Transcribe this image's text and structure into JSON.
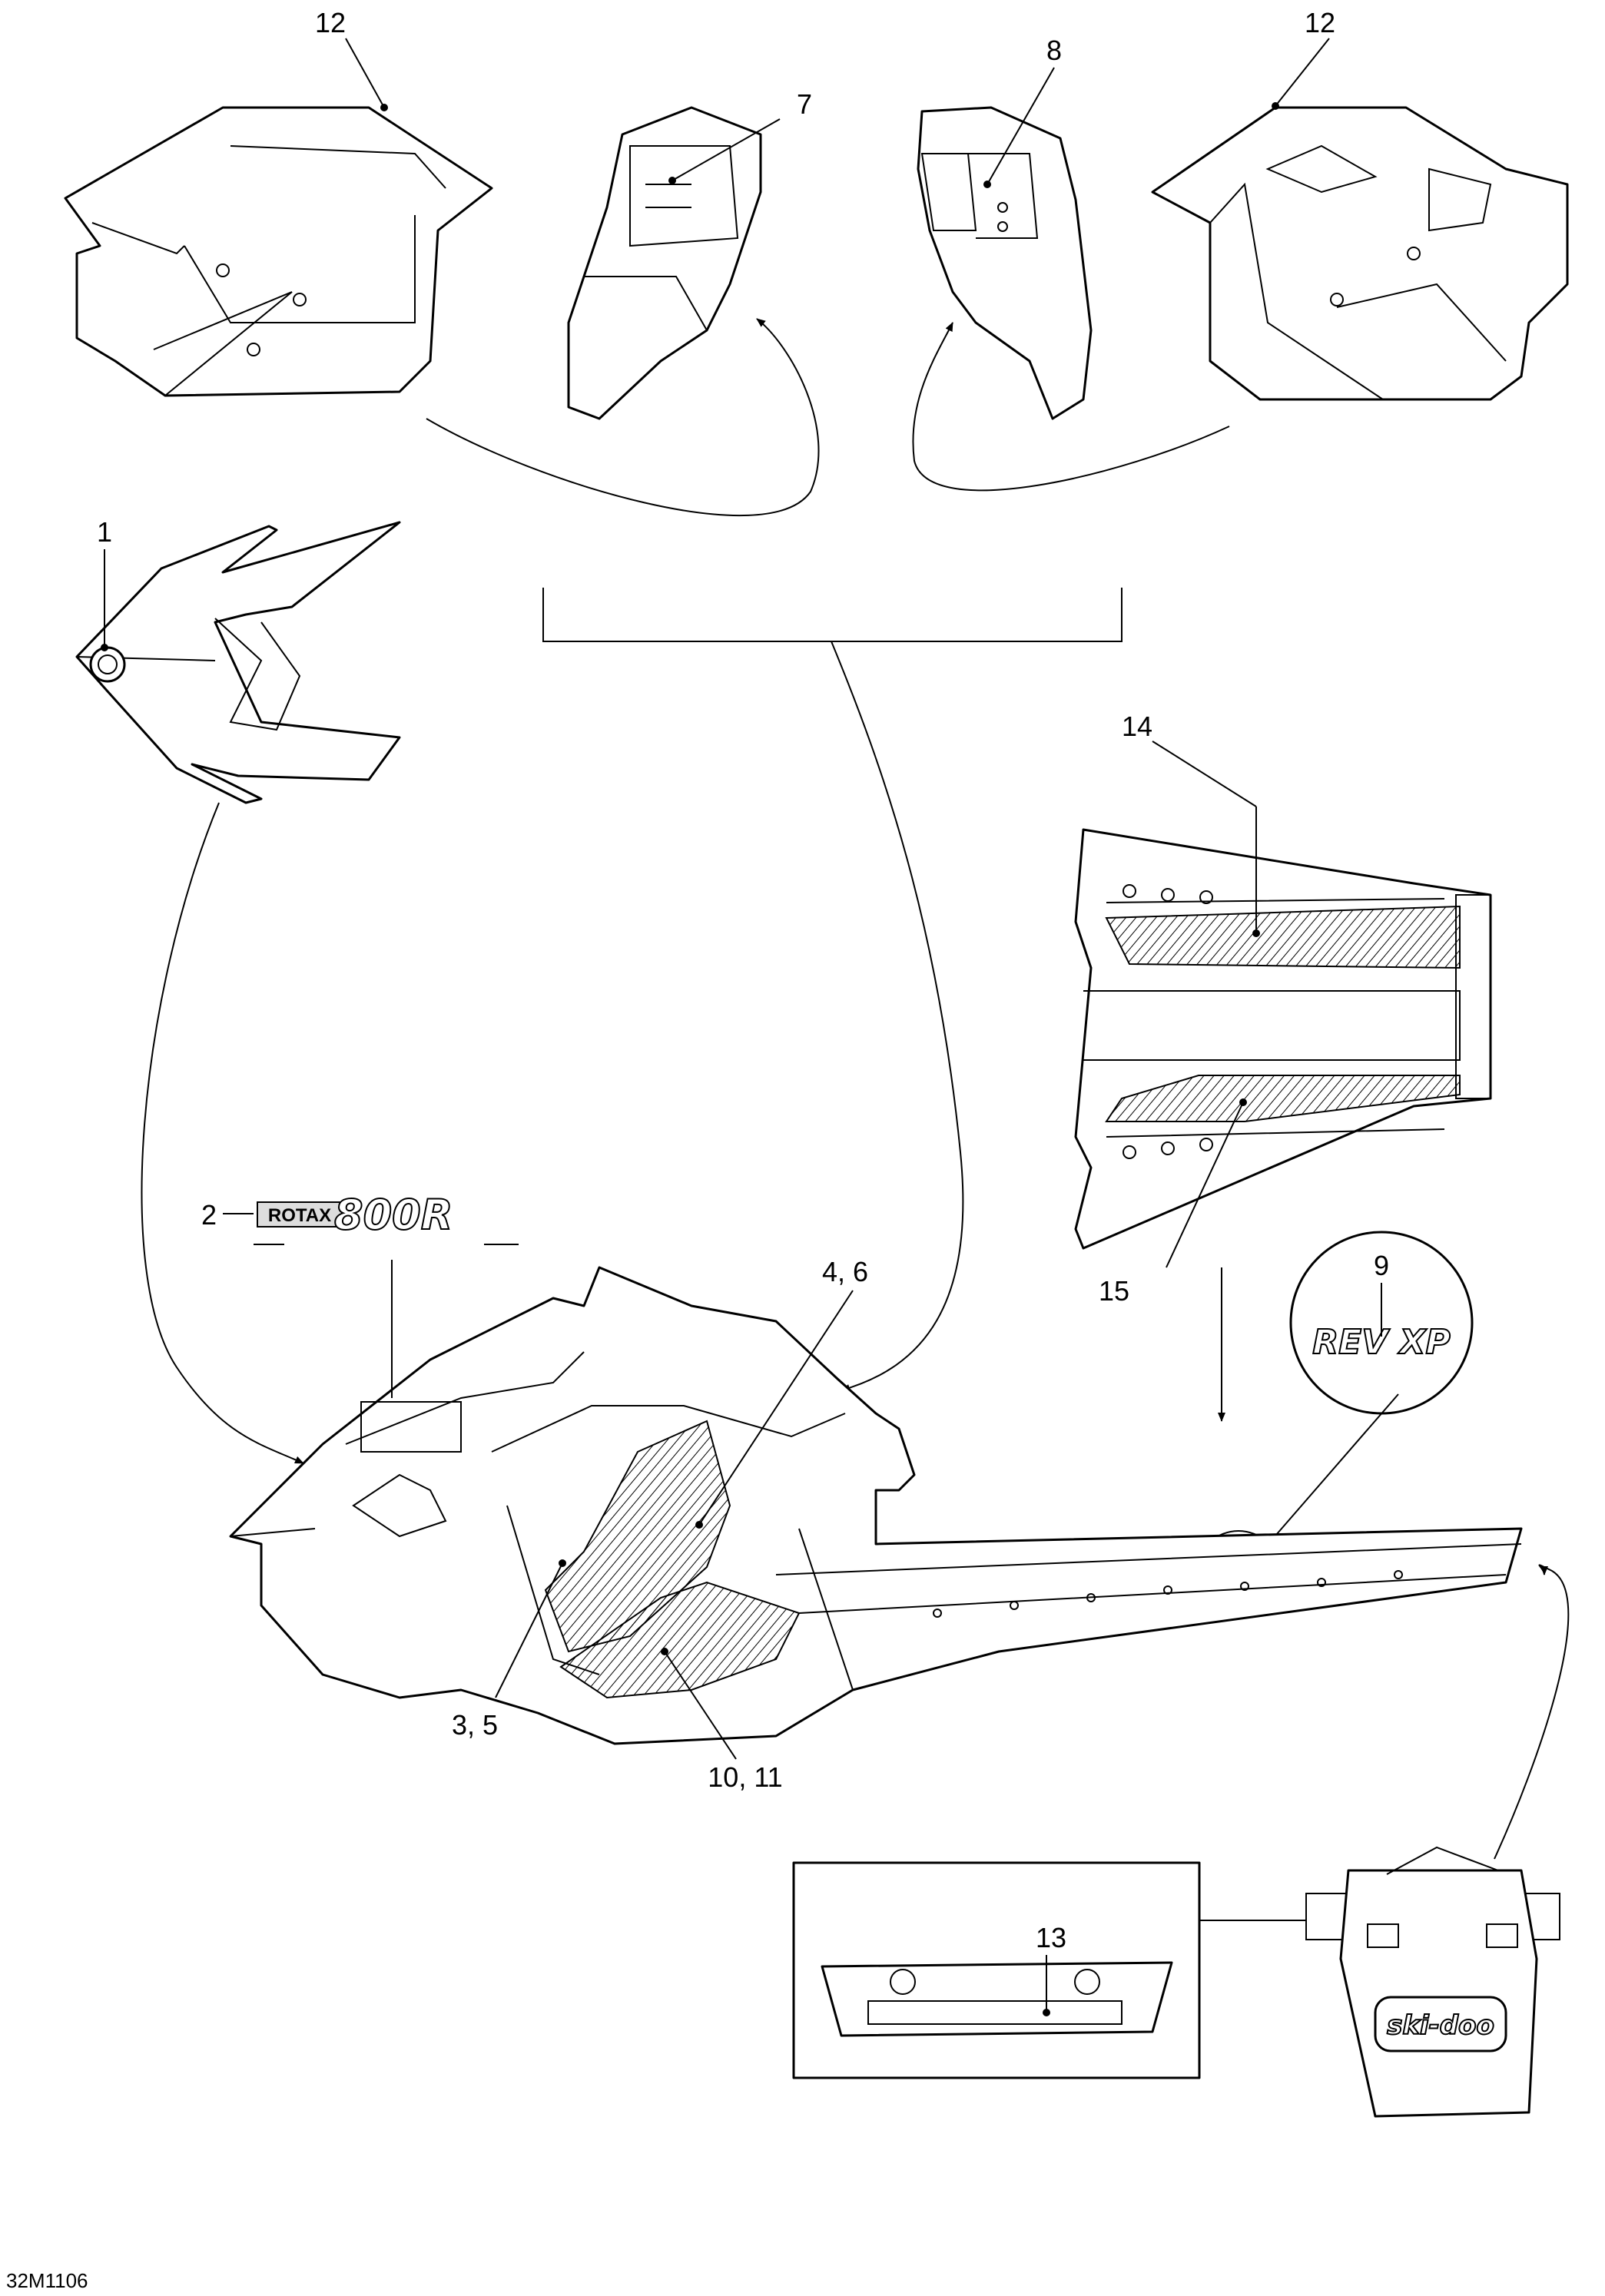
{
  "callouts": {
    "c1": "1",
    "c2": "2",
    "c3_5": "3, 5",
    "c4_6": "4, 6",
    "c7": "7",
    "c8": "8",
    "c9": "9",
    "c10_11": "10, 11",
    "c12_left": "12",
    "c12_right": "12",
    "c13": "13",
    "c14": "14",
    "c15": "15"
  },
  "decals": {
    "rotax_text": "ROTAX",
    "rotax_model": "800R",
    "rev_xp": "REV XP",
    "skidoo": "ski-doo"
  },
  "drawing_code": "32M1106"
}
